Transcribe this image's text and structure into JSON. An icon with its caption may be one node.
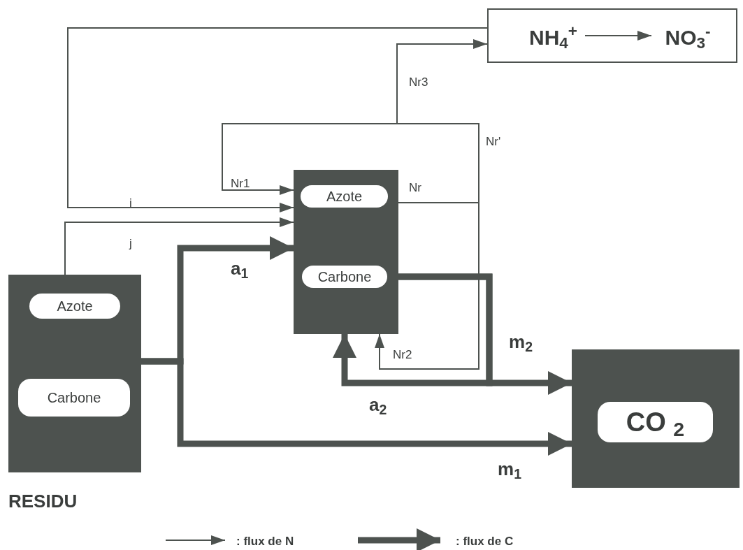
{
  "diagram": {
    "nodes": [
      {
        "text": [
          "RESIDU"
        ]
      },
      {
        "text": [
          "Azote"
        ],
        "in": 0
      },
      {
        "text": [
          "Carbone"
        ],
        "in": 0
      },
      {
        "text": [],
        "shape": "box"
      },
      {
        "text": [
          "Azote"
        ],
        "in": 3
      },
      {
        "text": [
          "Carbone"
        ],
        "in": 3
      },
      {
        "text": [],
        "shape": "box"
      },
      {
        "text": [
          "NH$_{4}$$^{+}$"
        ],
        "in": 6
      },
      {
        "text": [
          "NO$_{3}$$^{-}$"
        ],
        "in": 6
      },
      {
        "text": [],
        "shape": "box"
      },
      {
        "text": [
          "CO $_{2}$"
        ],
        "in": 9
      }
    ],
    "edges": [
      {
        "from": 7,
        "to": 8,
        "arrow": "to"
      },
      {
        "from": 6,
        "to": 3,
        "arrow": "to",
        "label": "i"
      },
      {
        "from": 0,
        "to": 3,
        "arrow": "to",
        "label": "j"
      },
      {
        "from": 4,
        "to": 3,
        "arrow": "to",
        "label": "Nr1"
      },
      {
        "from": 4,
        "to": 6,
        "arrow": "to",
        "label": "Nr3"
      },
      {
        "from": 4,
        "to": 3,
        "arrow": "to",
        "label": "Nr2"
      },
      {
        "from": 0,
        "to": 3,
        "arrow": "to",
        "label": "a$_{1}$",
        "style": "thick"
      },
      {
        "from": 0,
        "to": 9,
        "arrow": "to",
        "label": "m$_{1}$",
        "style": "thick"
      },
      {
        "from": 5,
        "to": 9,
        "arrow": "to",
        "label": "m$_{2}$",
        "style": "thick"
      },
      {
        "from": 5,
        "to": 3,
        "arrow": "to",
        "label": "a$_{2}$",
        "style": "thick"
      }
    ],
    "labels": [
      "Nr",
      "Nr'"
    ],
    "legend": [
      {
        "text": ": flux de N"
      },
      {
        "text": ": flux de C"
      }
    ]
  }
}
